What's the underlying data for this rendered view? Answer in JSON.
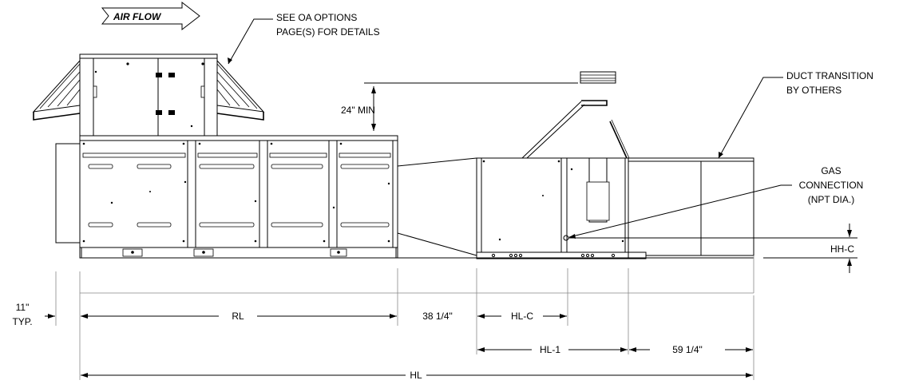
{
  "airflow_label": "AIR FLOW",
  "callouts": {
    "oa_options": [
      "SEE OA OPTIONS",
      "PAGE(S) FOR DETAILS"
    ],
    "duct_transition": [
      "DUCT TRANSITION",
      "BY OTHERS"
    ],
    "gas_connection": [
      "GAS",
      "CONNECTION",
      "(NPT DIA.)"
    ],
    "min_clearance": "24\" MIN"
  },
  "dimensions": {
    "typ_11": [
      "11\"",
      "TYP."
    ],
    "rl": "RL",
    "gap_38": "38 1/4\"",
    "hl_c": "HL-C",
    "hl_1": "HL-1",
    "dim_59": "59 1/4\"",
    "hl": "HL",
    "hh_c": "HH-C"
  }
}
